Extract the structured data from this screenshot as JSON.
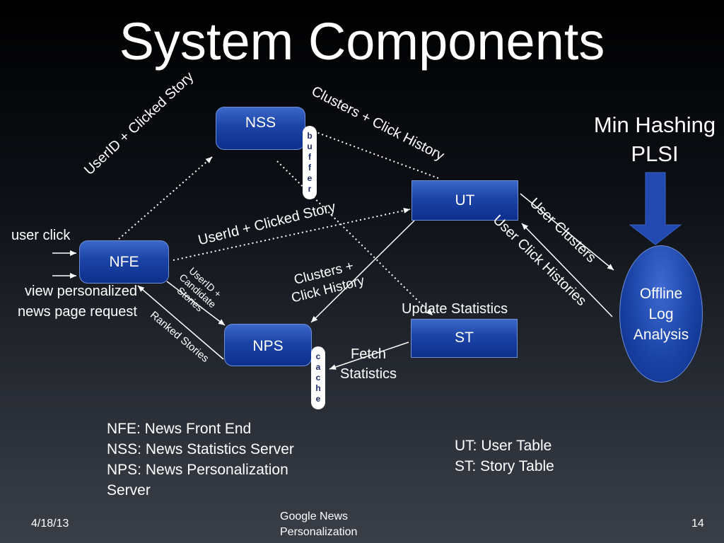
{
  "title": "System Components",
  "nodes": {
    "nss": "NSS",
    "ut": "UT",
    "nfe": "NFE",
    "nps": "NPS",
    "st": "ST",
    "offline": "Offline\nLog\nAnalysis"
  },
  "buffer_letters": [
    "b",
    "u",
    "f",
    "f",
    "e",
    "r"
  ],
  "cache_letters": [
    "c",
    "a",
    "c",
    "h",
    "e"
  ],
  "method_label": "Min Hashing\nPLSI",
  "edge_labels": {
    "userid_clicked_story_nss": "UserID + Clicked Story",
    "clusters_click_history_top": "Clusters + Click History",
    "userid_clicked_story_ut": "UserId + Clicked Story",
    "user_clusters": "User Clusters",
    "user_click_histories": "User Click Histories",
    "userid_candidate_stories": "UserID +\nCandidate\nStories",
    "ranked_stories": "Ranked Stories",
    "clusters_click_history_mid": "Clusters +\nClick History",
    "update_statistics": "Update Statistics",
    "fetch_statistics": "Fetch\nStatistics",
    "user_click": "user click",
    "view_request": "view personalized\nnews page request"
  },
  "legend_left": "NFE: News Front End\nNSS: News Statistics Server\nNPS: News Personalization\nServer",
  "legend_right": "UT: User Table\nST: Story Table",
  "footer": {
    "date": "4/18/13",
    "center": "Google News\nPersonalization",
    "page": "14"
  }
}
